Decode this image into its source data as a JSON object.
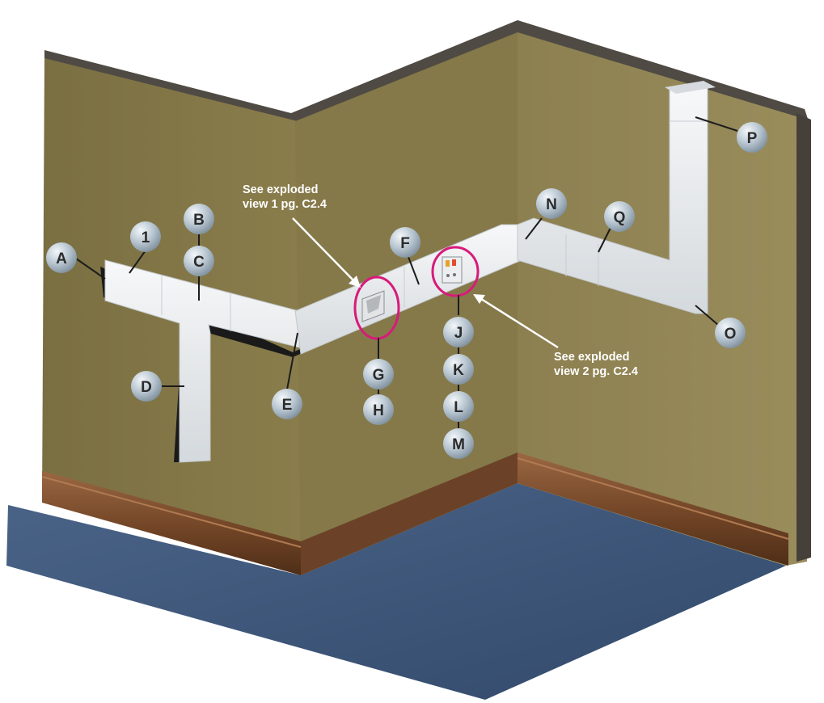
{
  "colors": {
    "wall_left": "#7f7344",
    "wall_right": "#8e8152",
    "wall_top": "#575048",
    "floor": "#3f5a7d",
    "baseboard": "#7a4a2a",
    "raceway": "#e9ecee",
    "raceway_shadow": "#1a1a1a",
    "highlight_circle": "#d81a7a",
    "bubble": "#b9c7d2",
    "leader": "#1c1c1c"
  },
  "callouts": {
    "exploded_1": [
      "See exploded",
      "view 1 pg. C2.4"
    ],
    "exploded_2": [
      "See exploded",
      "view 2 pg. C2.4"
    ]
  },
  "labels": {
    "A": "A",
    "one": "1",
    "B": "B",
    "C": "C",
    "D": "D",
    "E": "E",
    "F": "F",
    "G": "G",
    "H": "H",
    "J": "J",
    "K": "K",
    "L": "L",
    "M": "M",
    "N": "N",
    "O": "O",
    "P": "P",
    "Q": "Q"
  }
}
